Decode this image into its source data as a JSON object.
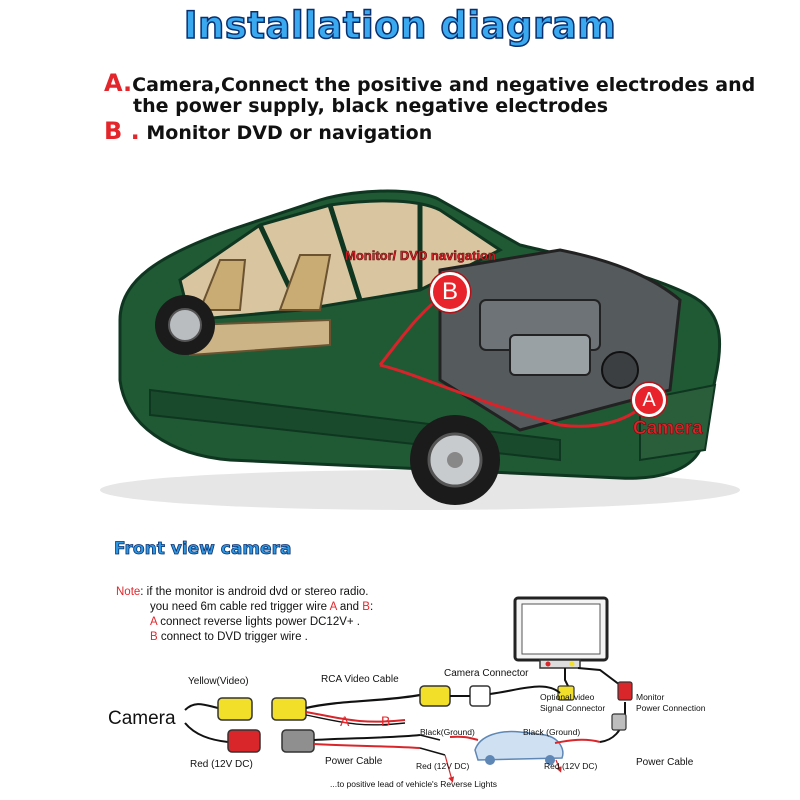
{
  "title": "Installation diagram",
  "legend": {
    "a_letter": "A.",
    "a_line1": "Camera,Connect the positive and negative electrodes and",
    "a_line2": "the power supply, black negative electrodes",
    "b_letter": "B .",
    "b_text": "Monitor DVD or navigation"
  },
  "car_callouts": {
    "monitor_label": "Monitor/ DVD navigation",
    "marker_b": "B",
    "marker_a": "A",
    "camera_label": "Camera"
  },
  "front_view_label": "Front view camera",
  "note": {
    "prefix": "Note",
    "line1": ": if the monitor is android dvd or stereo radio.",
    "line2_pre": "you need 6m cable red trigger wire ",
    "letter_a": "A",
    "and": " and ",
    "letter_b": "B",
    "colon": ":",
    "line3_letter": "A",
    "line3": " connect reverse lights power DC12V+ .",
    "line4_letter": "B",
    "line4": " connect to DVD trigger wire ."
  },
  "wiring": {
    "camera": "Camera",
    "yellow_video": "Yellow(Video)",
    "rca_video_cable": "RCA Video Cable",
    "camera_connector": "Camera Connector",
    "optional_video_1": "Optional video",
    "optional_video_2": "Signal Connector",
    "monitor_power_1": "Monitor",
    "monitor_power_2": "Power Connection",
    "wire_a": "A",
    "wire_b": "B",
    "red_12v_dc": "Red (12V DC)",
    "power_cable": "Power Cable",
    "black_ground_1": "Black(Ground)",
    "black_ground_2": "Black (Ground)",
    "red_12v_dc_small_1": "Red (12V DC)",
    "red_12v_dc_small_2": "Red (12V DC)",
    "power_cable_right": "Power Cable",
    "reverse_lights": "...to positive lead of vehicle's Reverse Lights"
  },
  "colors": {
    "title_fill": "#3aa9ef",
    "title_outline": "#0a2f6e",
    "accent_red": "#e3262b",
    "car_green": "#1f5a34",
    "connector_yellow": "#f1df2a",
    "connector_red": "#d8262b"
  }
}
